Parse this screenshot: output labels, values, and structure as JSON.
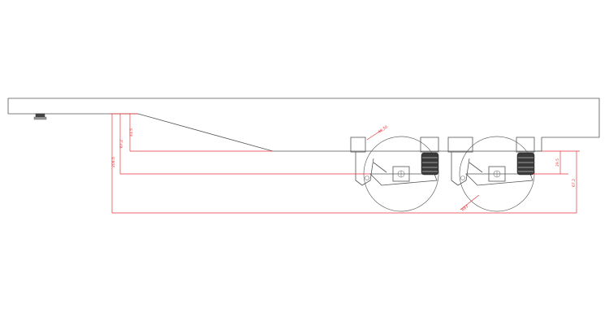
{
  "drawing": {
    "type": "trailer-side-elevation",
    "colors": {
      "outline": "#555555",
      "dimension": "#e0383c",
      "background": "#ffffff"
    },
    "dimensions": {
      "hole_height_top": "40,50",
      "small_vertical_1": "41.5",
      "small_vertical_2": "67.2",
      "large_vertical": "208.5",
      "rear_small": "29.5",
      "rear_large": "67.2",
      "wheel_radius": "R83"
    }
  }
}
